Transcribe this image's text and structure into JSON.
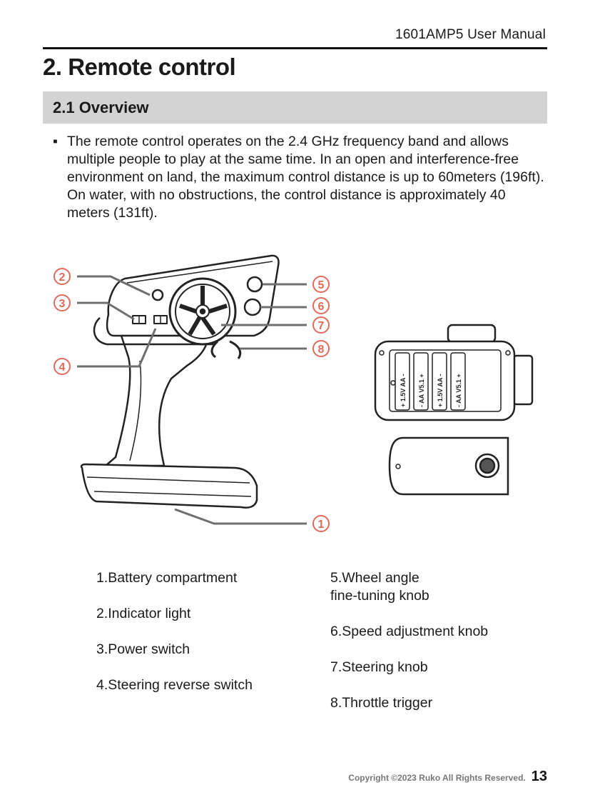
{
  "header": {
    "manual_title": "1601AMP5 User Manual"
  },
  "page_title": "2. Remote control",
  "section": {
    "title": "2.1 Overview",
    "bullet": "▪",
    "text": "The remote control operates on the 2.4 GHz frequency band and allows multiple people to play at the same time. In an open and interference-free environment on land, the maximum control distance is up to 60meters (196ft). On water, with no obstructions, the control distance is approximately 40 meters (131ft)."
  },
  "figure": {
    "callouts": [
      "1",
      "2",
      "3",
      "4",
      "5",
      "6",
      "7",
      "8"
    ],
    "battery_labels": [
      "+ 1.5V AA -",
      "- AA V5.1 +",
      "+ 1.5V AA -",
      "- AA V5.1 +"
    ]
  },
  "legend": {
    "left": [
      "1.Battery compartment",
      "2.Indicator light",
      "3.Power switch",
      "4.Steering reverse switch"
    ],
    "right": [
      "5.Wheel angle",
      "fine-tuning knob",
      "6.Speed adjustment knob",
      "7.Steering knob",
      "8.Throttle trigger"
    ]
  },
  "footer": {
    "copyright": "Copyright ©2023 Ruko All Rights Reserved.",
    "page_number": "13"
  },
  "colors": {
    "callout": "#e06a5a",
    "section_bar": "#d3d3d3",
    "rule": "#111111"
  }
}
